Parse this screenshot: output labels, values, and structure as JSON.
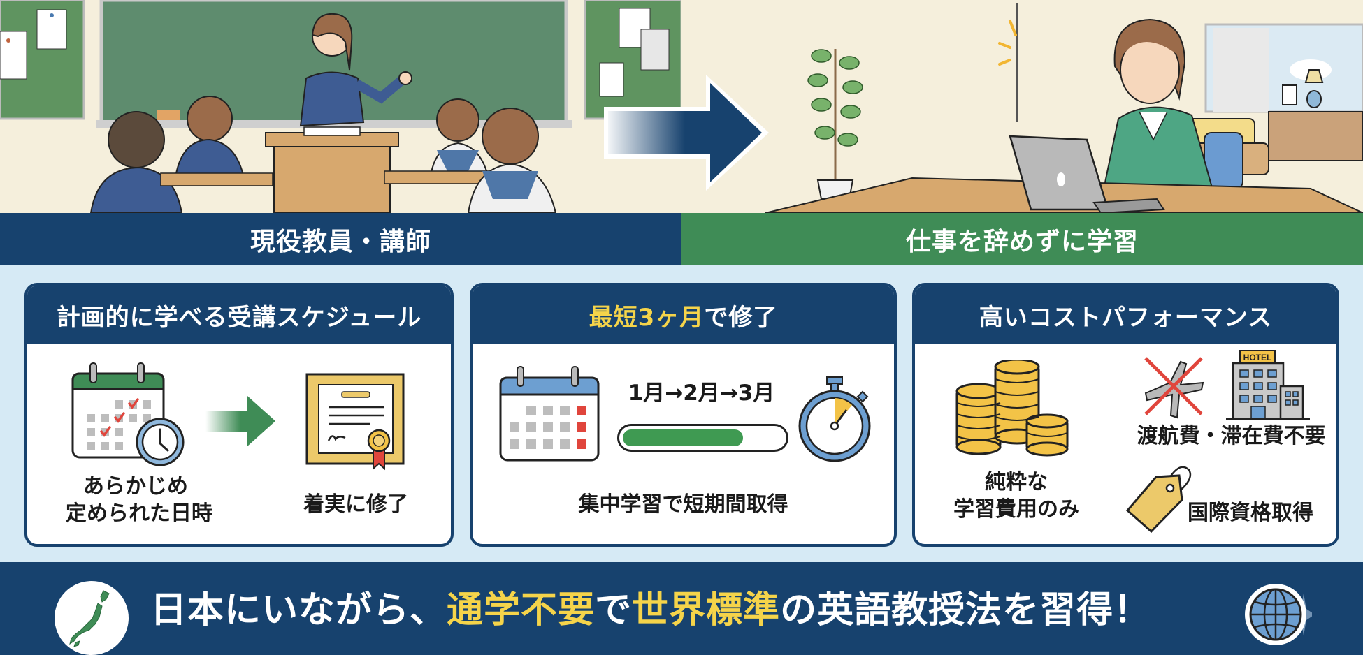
{
  "top": {
    "left_caption": "現役教員・講師",
    "right_caption": "仕事を辞めずに学習",
    "left_scene": "classroom-teacher-illustration",
    "right_scene": "home-laptop-study-illustration",
    "arrow": "right-arrow"
  },
  "cards": [
    {
      "title": "計画的に学べる受講スケジュール",
      "left_label_line1": "あらかじめ",
      "left_label_line2": "定められた日時",
      "right_label": "着実に修了",
      "icons": [
        "calendar-check-icon",
        "clock-icon",
        "green-arrow-icon",
        "certificate-icon"
      ]
    },
    {
      "title_highlight": "最短3ヶ月",
      "title_rest": "で修了",
      "months": "1月→2月→3月",
      "progress_percent": 75,
      "caption": "集中学習で短期間取得",
      "icons": [
        "calendar-icon",
        "progress-bar",
        "stopwatch-icon"
      ]
    },
    {
      "title": "高いコストパフォーマンス",
      "coins_label_line1": "純粋な",
      "coins_label_line2": "学習費用のみ",
      "travel_label": "渡航費・滞在費不要",
      "hotel_sign": "HOTEL",
      "tag_label": "国際資格取得",
      "icons": [
        "coins-icon",
        "no-flight-icon",
        "hotel-icon",
        "price-tag-icon"
      ]
    }
  ],
  "bottom": {
    "part1": "日本にいながら、",
    "part2_highlight": "通学不要",
    "part3": "で",
    "part4_highlight": "世界標準",
    "part5": "の英語教授法を習得！"
  },
  "colors": {
    "navy": "#17426e",
    "green": "#3f8c56",
    "yellow": "#f5d44a",
    "background": "#d6eaf5",
    "cream": "#f7f0dc"
  }
}
